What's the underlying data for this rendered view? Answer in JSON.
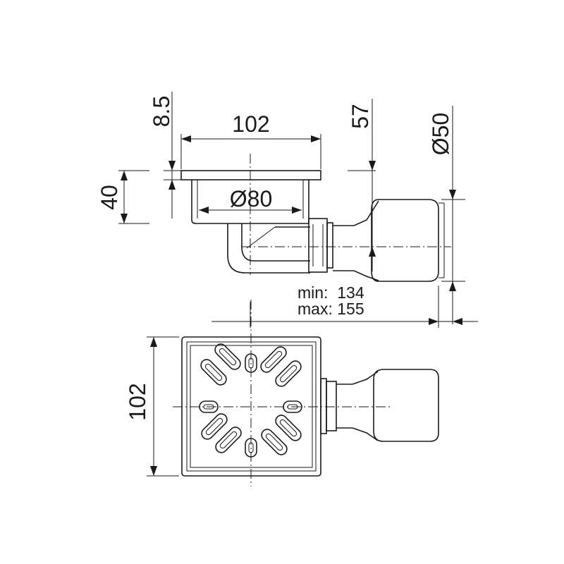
{
  "dimensions": {
    "flange_thickness": "8.5",
    "flange_width": "102",
    "body_diameter": "Ø80",
    "body_height": "40",
    "outlet_height": "57",
    "outlet_diameter": "Ø50",
    "length_min": "min:  134",
    "length_max": "max: 155",
    "grate_size": "102"
  }
}
